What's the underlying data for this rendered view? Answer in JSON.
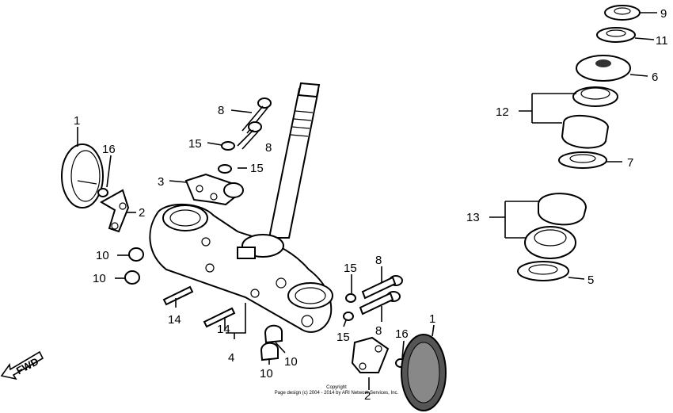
{
  "callouts": {
    "c1_left": "1",
    "c16_left": "16",
    "c2_left": "2",
    "c3": "3",
    "c8_top": "8",
    "c15_top_a": "15",
    "c8_top_b": "8",
    "c15_top_b": "15",
    "c10_a": "10",
    "c10_b": "10",
    "c14_a": "14",
    "c14_b": "14",
    "c4": "4",
    "c10_c": "10",
    "c10_d": "10",
    "c15_right": "15",
    "c8_right_a": "8",
    "c8_right_b": "8",
    "c15_right_b": "15",
    "c16_right": "16",
    "c1_right": "1",
    "c2_bottom": "2",
    "c9": "9",
    "c11": "11",
    "c6": "6",
    "c12": "12",
    "c7": "7",
    "c13": "13",
    "c5": "5"
  },
  "fwd_label": "FWD",
  "copyright": {
    "line1": "Copyright",
    "line2": "Page design (c) 2004 - 2014 by ARI Network Services, Inc."
  }
}
